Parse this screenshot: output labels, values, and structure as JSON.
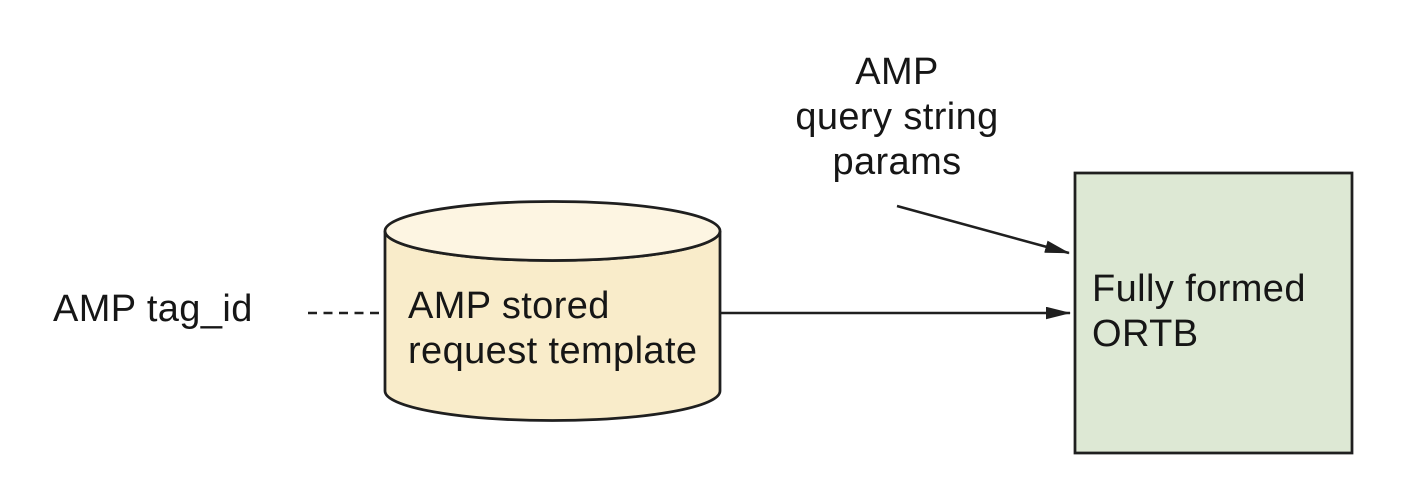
{
  "diagram": {
    "input_label": "AMP tag_id",
    "datastore": {
      "label_line1": "AMP stored",
      "label_line2": "request template",
      "body_fill": "#f9ecca",
      "top_fill": "#fdf5e2"
    },
    "query_params": {
      "line1": "AMP",
      "line2": "query string",
      "line3": "params"
    },
    "output_box": {
      "label_line1": "Fully formed",
      "label_line2": "ORTB",
      "fill": "#dde8d4"
    }
  }
}
